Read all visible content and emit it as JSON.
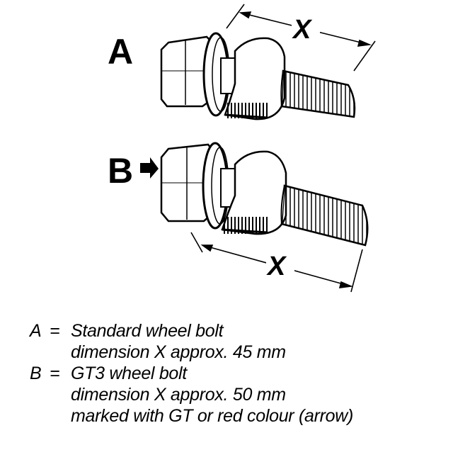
{
  "diagram": {
    "label_a": "A",
    "label_b": "B",
    "dim_label_a": "X",
    "dim_label_b": "X",
    "marker_arrow_icon": "arrow-right-icon",
    "stroke_color": "#000000",
    "background_color": "#ffffff"
  },
  "legend": {
    "entries": [
      {
        "key": "A",
        "separator": "=",
        "title": "Standard wheel bolt",
        "lines": [
          "dimension X approx. 45 mm"
        ]
      },
      {
        "key": "B",
        "separator": "=",
        "title": "GT3 wheel bolt",
        "lines": [
          "dimension X approx. 50 mm",
          "marked with GT or red colour (arrow)"
        ]
      }
    ]
  }
}
